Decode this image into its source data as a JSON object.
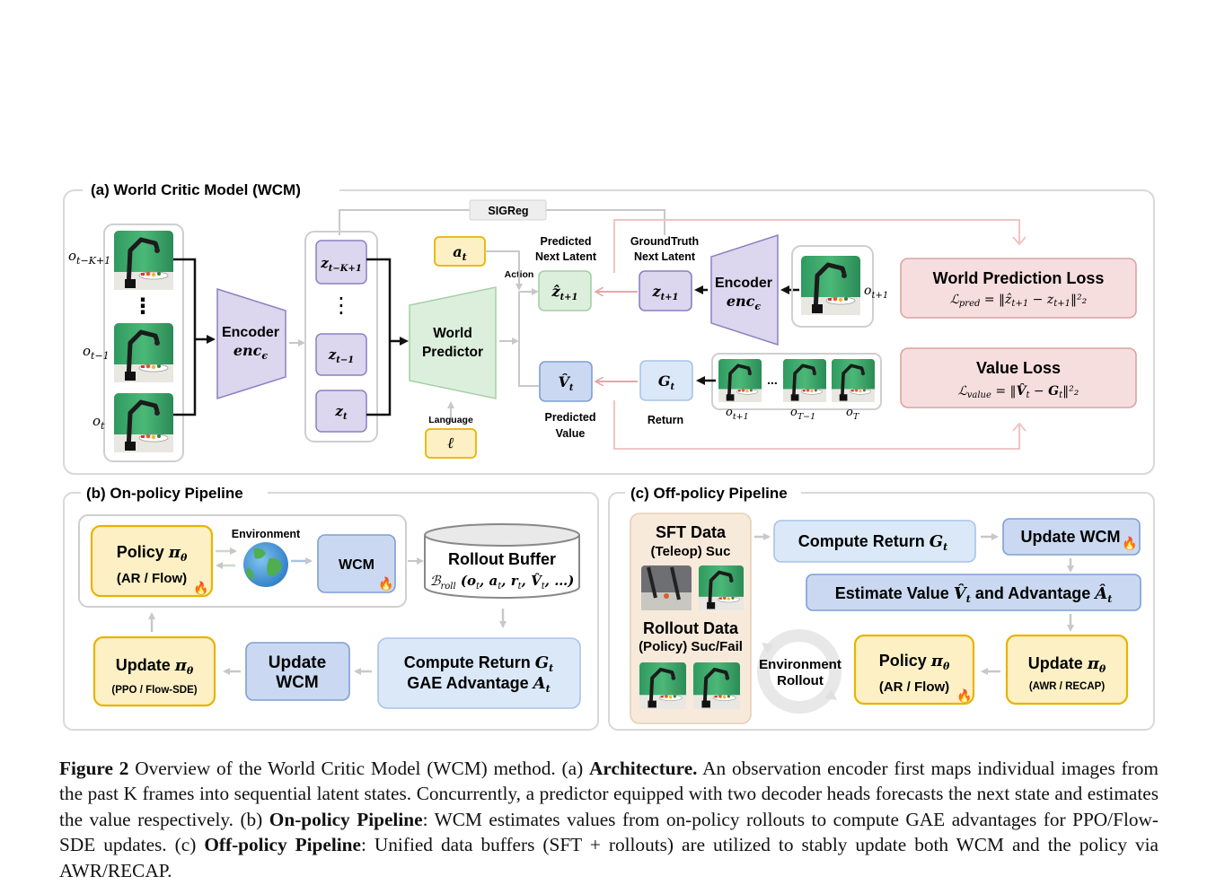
{
  "panel_a": {
    "title": "(a) World Critic Model (WCM)",
    "sigreg": "SIGReg",
    "obs_labels": [
      "o",
      "t−K+1",
      "o",
      "t−1",
      "o",
      "t"
    ],
    "obs_next": "o t+1",
    "encoder_label": "Encoder",
    "encoder_sym": "enc",
    "encoder_sub": "ϵ",
    "latents": [
      "z t−K+1",
      "⋮",
      "z t−1",
      "z t"
    ],
    "vdots": "⋮",
    "world_predictor": [
      "World",
      "Predictor"
    ],
    "action_token": "a t",
    "action_label": "Action",
    "language_label": "Language",
    "language_token": "ℓ",
    "pred_next_latent": [
      "Predicted",
      "Next Latent"
    ],
    "gt_next_latent": [
      "GroundTruth",
      "Next Latent"
    ],
    "pred_value_label": [
      "Predicted",
      "Value"
    ],
    "return_label": "Return",
    "z_hat": "ẑ t+1",
    "z_next": "z t+1",
    "v_hat": "V̂ t",
    "g_t": "G t",
    "traj_dots": "...",
    "traj_labels": [
      "o t+1",
      "o T−1",
      "o T"
    ],
    "world_pred_loss": "World Prediction Loss",
    "world_pred_formula": "ℒpred = ‖ẑt+1 − zt+1‖²₂",
    "value_loss": "Value Loss",
    "value_formula": "ℒvalue = ‖V̂t − Gt‖²₂"
  },
  "panel_b": {
    "title": "(b) On-policy Pipeline",
    "environment": "Environment",
    "policy": "Policy πθ",
    "policy_sub": "(AR / Flow)",
    "wcm": "WCM",
    "rollout_buffer": "Rollout Buffer",
    "rollout_formula": "ℬroll (ot, at, rt, V̂t, …)",
    "compute_return": "Compute Return Gt",
    "gae": "GAE Advantage At",
    "update_wcm": [
      "Update",
      "WCM"
    ],
    "update_pi": "Update πθ",
    "update_pi_sub": "(PPO / Flow-SDE)"
  },
  "panel_c": {
    "title": "(c) Off-policy Pipeline",
    "sft_data": "SFT Data",
    "sft_sub": "(Teleop) Suc",
    "rollout_data": "Rollout Data",
    "rollout_sub": "(Policy) Suc/Fail",
    "compute_return": "Compute Return Gt",
    "update_wcm": "Update WCM",
    "estimate": "Estimate Value V̂t and Advantage Ât",
    "env_rollout": [
      "Environment",
      "Rollout"
    ],
    "policy": "Policy πθ",
    "policy_sub": "(AR / Flow)",
    "update_pi": "Update πθ",
    "update_pi_sub": "(AWR / RECAP)"
  },
  "caption": {
    "fig_label": "Figure 2",
    "intro": "Overview of the World Critic Model (WCM) method. (a)",
    "arch_bold": "Architecture.",
    "arch_text": "An observation encoder first maps individual images from the past K frames into sequential latent states. Concurrently, a predictor equipped with two decoder heads forecasts the next state and estimates the value respectively. (b)",
    "onpolicy_bold": "On-policy Pipeline",
    "onpolicy_text": ": WCM estimates values from on-policy rollouts to compute GAE advantages for PPO/Flow-SDE updates. (c)",
    "offpolicy_bold": "Off-policy Pipeline",
    "offpolicy_text": ": Unified data buffers (SFT + rollouts) are utilized to stably update both WCM and the policy via AWR/RECAP."
  },
  "colors": {
    "purple_fill": "#dcd6ee",
    "purple_stroke": "#8c80c0",
    "green_fill": "#dcefdc",
    "green_stroke": "#a6cfa6",
    "yellow_fill": "#fdf0c4",
    "yellow_stroke": "#e8b400",
    "blue_fill": "#cad9f1",
    "blue_stroke": "#7e9fd2",
    "light_blue_fill": "#dbe8f7",
    "light_blue_stroke": "#a8c3e8",
    "pink_fill": "#f7dede",
    "pink_stroke": "#d9a3a3",
    "robot_green": "#3ca46a"
  }
}
